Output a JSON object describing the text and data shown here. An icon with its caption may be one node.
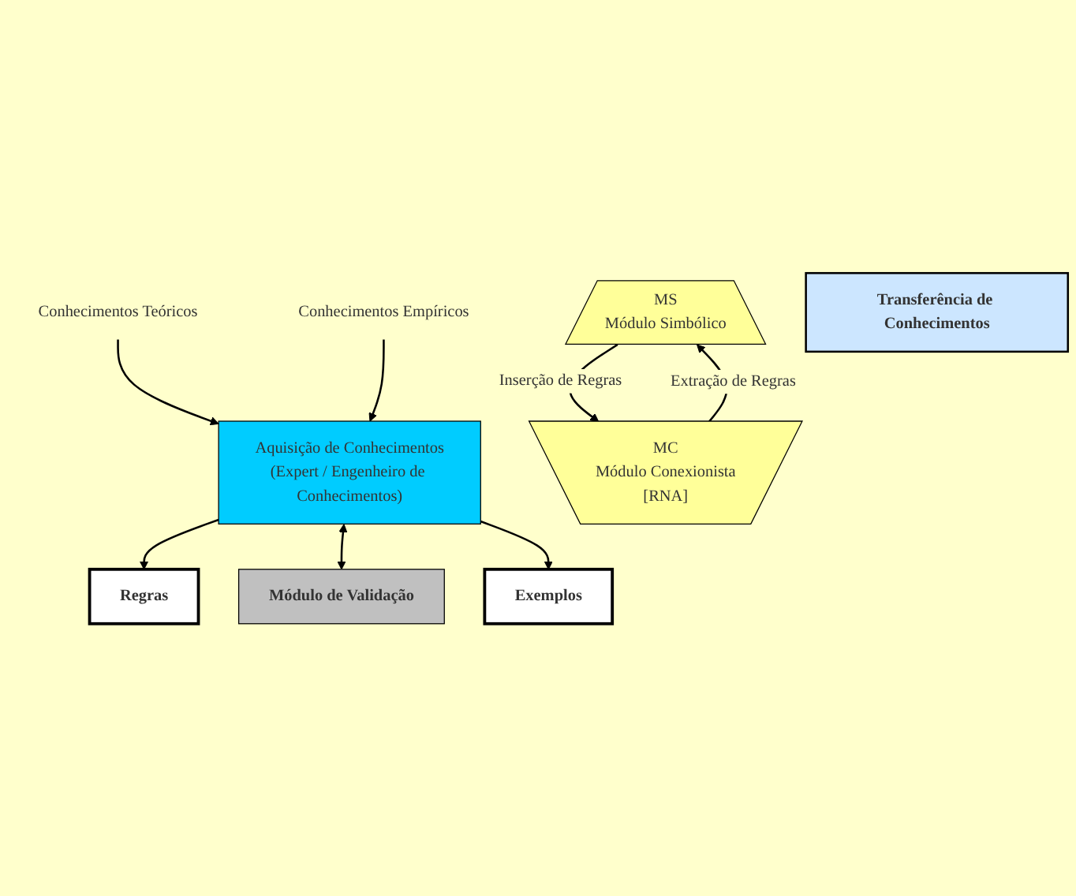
{
  "diagram": {
    "nodes": [
      {
        "text": [
          "Conhecimentos Teóricos"
        ]
      },
      {
        "text": [
          "Conhecimentos Empíricos"
        ]
      },
      {
        "text": [
          "Aquisição de Conhecimentos",
          "(Expert / Engenheiro de Conhecimentos)"
        ]
      },
      {
        "text": [
          "Regras"
        ]
      },
      {
        "text": [
          "Módulo de Validação"
        ]
      },
      {
        "text": [
          "Exemplos"
        ]
      },
      {
        "text": [
          "MS",
          "Módulo Simbólico"
        ]
      },
      {
        "text": [
          "MC",
          "Módulo Conexionista",
          "[RNA]"
        ]
      },
      {
        "text": [
          "Transferência de Conhecimentos"
        ]
      }
    ],
    "edges": [
      {
        "from": 0,
        "to": 2,
        "arrow": "to"
      },
      {
        "from": 1,
        "to": 2,
        "arrow": "to"
      },
      {
        "from": 2,
        "to": 3,
        "arrow": "to"
      },
      {
        "from": 2,
        "to": 4,
        "arrow": "both"
      },
      {
        "from": 2,
        "to": 5,
        "arrow": "to"
      },
      {
        "from": 6,
        "to": 7,
        "label": "Inserção de Regras",
        "arrow": "to"
      },
      {
        "from": 7,
        "to": 6,
        "label": "Extração de Regras",
        "arrow": "to"
      }
    ]
  }
}
